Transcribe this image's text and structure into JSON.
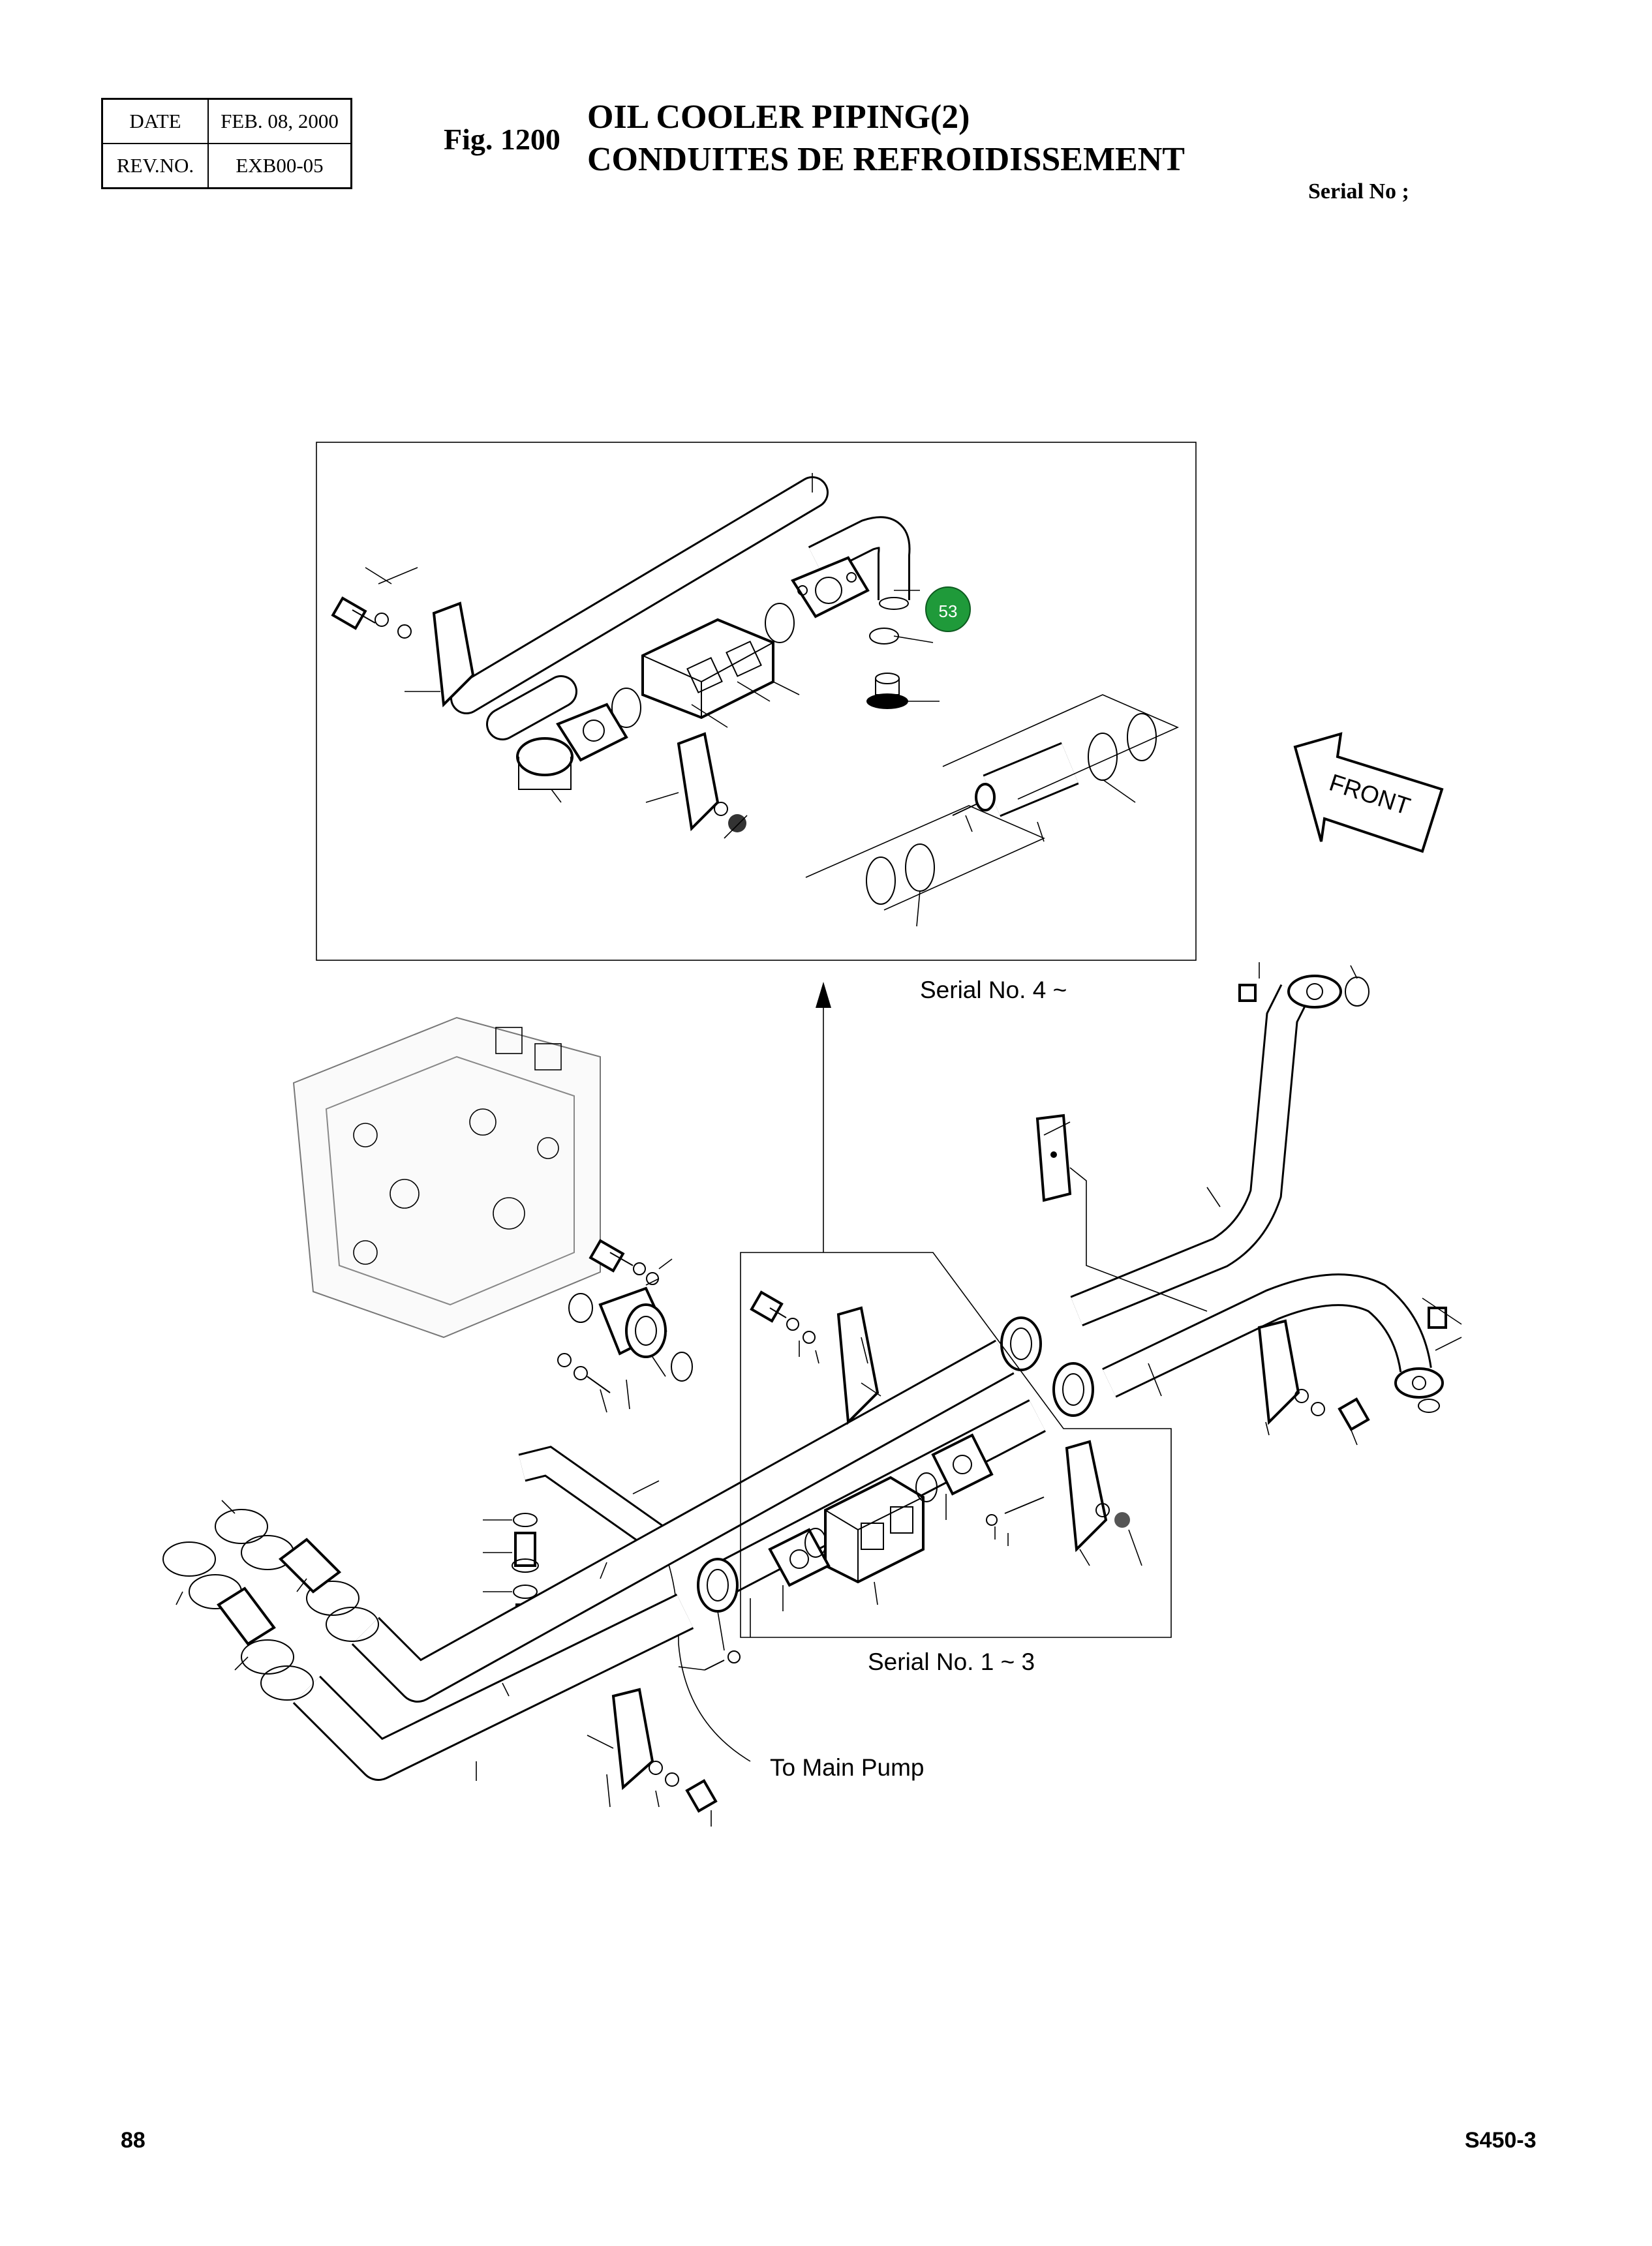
{
  "header": {
    "date_label": "DATE",
    "date_value": "FEB. 08, 2000",
    "rev_label": "REV.NO.",
    "rev_value": "EXB00-05",
    "fig_label": "Fig. 1200",
    "title_en": "OIL COOLER PIPING(2)",
    "title_fr": "CONDUITES DE REFROIDISSEMENT",
    "serial_heading": "Serial No ;"
  },
  "diagram": {
    "callout_number": "53",
    "callout_color": "#1f9a3a",
    "front_arrow": "FRONT",
    "serial_upper": "Serial No. 4 ~",
    "serial_lower": "Serial No. 1 ~ 3",
    "to_main_pump": "To Main Pump"
  },
  "footer": {
    "page_number": "88",
    "model": "S450-3"
  }
}
